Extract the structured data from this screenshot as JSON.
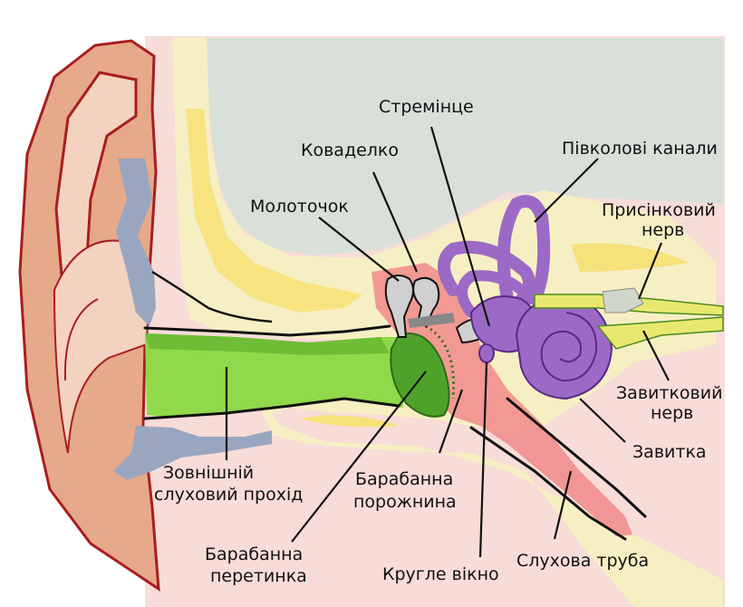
{
  "diagram": {
    "labels": {
      "stirrup": "Стремінце",
      "anvil": "Коваделко",
      "semicircular_canals": "Півколові канали",
      "hammer": "Молоточок",
      "vestibular_nerve_1": "Присінковий",
      "vestibular_nerve_2": "нерв",
      "cochlear_nerve_1": "Завитковий",
      "cochlear_nerve_2": "нерв",
      "cochlea": "Завитка",
      "ear_canal_1": "Зовнішній",
      "ear_canal_2": "слуховий прохід",
      "tympanic_cavity_1": "Барабанна",
      "tympanic_cavity_2": "порожнина",
      "eardrum_1": "Барабанна",
      "eardrum_2": "перетинка",
      "round_window": "Кругле вікно",
      "eustachian_tube": "Слухова труба"
    },
    "colors": {
      "skin": "#e6a98a",
      "skin_light": "#f3d2c0",
      "ear_outline": "#a81e1e",
      "cartilage": "#9aa6c0",
      "bone": "#f7efc4",
      "bone_highlight": "#f6e27a",
      "brain_area": "#d9e0da",
      "tissue": "#f7dcd8",
      "canal": "#8fd94a",
      "canal_dark": "#5aa82a",
      "eardrum": "#4ea22a",
      "middle_ear": "#f08a8a",
      "inner_ear": "#9c6ac6",
      "inner_ear_outline": "#5b2a85",
      "ossicles": "#d0d0d0",
      "nerve": "#e8e870"
    }
  }
}
